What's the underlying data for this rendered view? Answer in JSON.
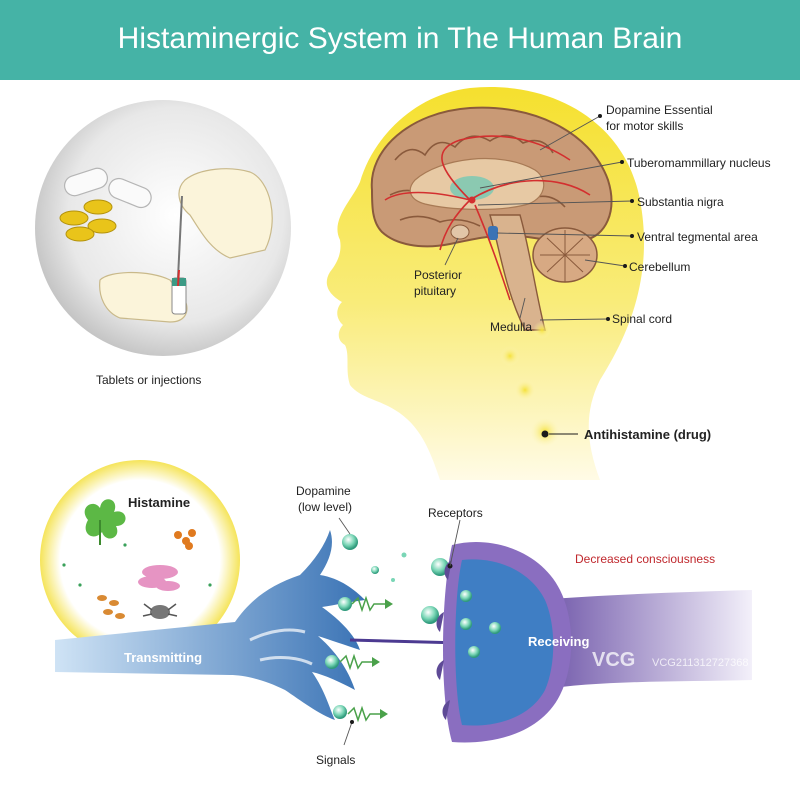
{
  "title": "Histaminergic System in The Human Brain",
  "labels": {
    "dopamine_essential_1": "Dopamine Essential",
    "dopamine_essential_2": "for motor skills",
    "tuberomammillary": "Tuberomammillary nucleus",
    "substantia_nigra": "Substantia nigra",
    "ventral_tegmental": "Ventral tegmental area",
    "cerebellum": "Cerebellum",
    "posterior_1": "Posterior",
    "posterior_2": "pituitary",
    "medulla": "Medulla",
    "spinal_cord": "Spinal cord",
    "antihistamine": "Antihistamine (drug)",
    "tablets": "Tablets or injections",
    "histamine": "Histamine",
    "dopamine_low_1": "Dopamine",
    "dopamine_low_2": "(low level)",
    "receptors": "Receptors",
    "decreased": "Decreased consciousness",
    "receiving": "Receiving",
    "transmitting": "Transmitting",
    "signals": "Signals"
  },
  "watermark": {
    "logo": "VCG",
    "id": "VCG211312727368"
  },
  "colors": {
    "title_bar": "#45b3a6",
    "head_yellow": "#f5e23a",
    "neuron_blue": "#3a73b5",
    "receiver_purple": "#7c5bb0",
    "warning_red": "#c0282d"
  }
}
